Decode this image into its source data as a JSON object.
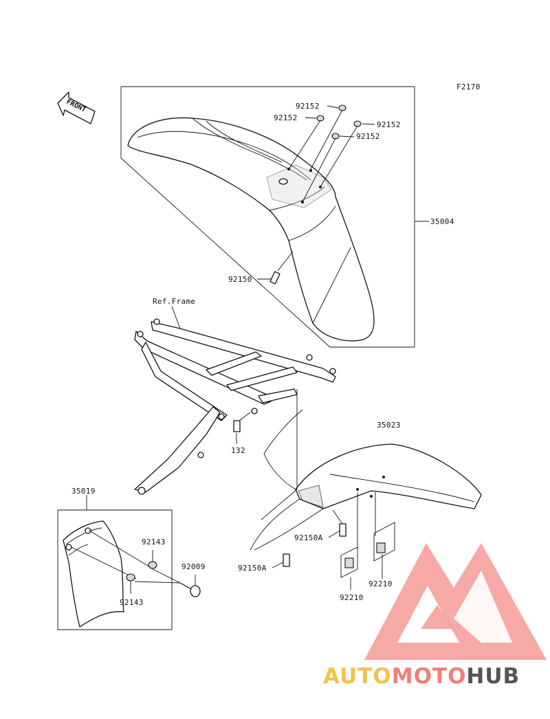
{
  "figure_code": "F2170",
  "front_marker": "FRONT",
  "reference_label": "Ref.Frame",
  "parts": {
    "front_fender": "35004",
    "fender_washer_1": "92152",
    "fender_washer_2": "92152",
    "fender_washer_3": "92152",
    "fender_washer_4": "92152",
    "front_fender_bolt": "92150",
    "rear_fender": "35023",
    "frame_bolt": "132",
    "rear_fender_bolt_a": "92150A",
    "rear_fender_bolt_b": "92150A",
    "nut_1": "92210",
    "nut_2": "92210",
    "side_cover": "35019",
    "grommet_1": "92143",
    "grommet_2": "92143",
    "cover_screw": "92009"
  },
  "watermark": {
    "part_1": "AUTO",
    "part_2": "MOTO",
    "part_3": "HUB",
    "colors": {
      "yellow": "#f6c14a",
      "red": "#ef7f7a",
      "gray": "#555555"
    }
  }
}
